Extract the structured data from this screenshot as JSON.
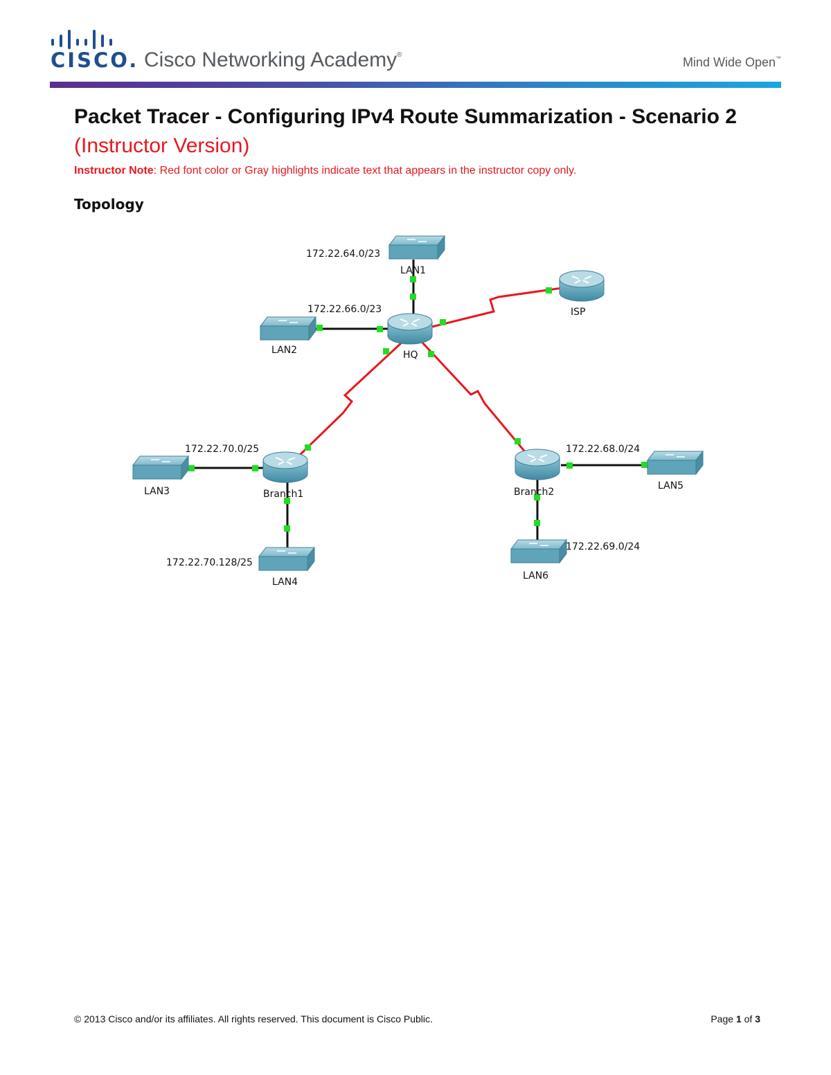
{
  "header": {
    "logo_word": "CISCO",
    "logo_dot": ".",
    "academy_name": "Cisco Networking Academy",
    "academy_mark": "®",
    "tagline": "Mind Wide Open",
    "tagline_mark": "™",
    "logo_bar_color": "#1d4f91",
    "rule_colors": [
      "#5b2d8e",
      "#2a88c8",
      "#1aa6dd"
    ]
  },
  "title": {
    "main": "Packet Tracer - Configuring IPv4 Route Summarization - Scenario 2",
    "version": "(Instructor Version)"
  },
  "note": {
    "label": "Instructor Note",
    "text": ": Red font color or Gray highlights indicate text that appears in the instructor copy only."
  },
  "section": {
    "heading": "Topology"
  },
  "topology": {
    "device_labels": {
      "lan1": "LAN1",
      "lan2": "LAN2",
      "lan3": "LAN3",
      "lan4": "LAN4",
      "lan5": "LAN5",
      "lan6": "LAN6",
      "hq": "HQ",
      "isp": "ISP",
      "branch1": "Branch1",
      "branch2": "Branch2"
    },
    "network_labels": {
      "lan1": "172.22.64.0/23",
      "lan2": "172.22.66.0/23",
      "lan3": "172.22.70.0/25",
      "lan4": "172.22.70.128/25",
      "lan5": "172.22.68.0/24",
      "lan6": "172.22.69.0/24"
    },
    "icons": {
      "router": "router-icon",
      "switch": "switch-icon"
    },
    "colors": {
      "serial_link": "#e8171f",
      "ethernet_link": "#111111",
      "link_up": "#22dd22",
      "device": "#5fa4b8"
    }
  },
  "footer": {
    "copyright": "© 2013 Cisco and/or its affiliates. All rights reserved. This document is Cisco Public.",
    "page_prefix": "Page ",
    "page_current": "1",
    "page_of": " of ",
    "page_total": "3"
  }
}
